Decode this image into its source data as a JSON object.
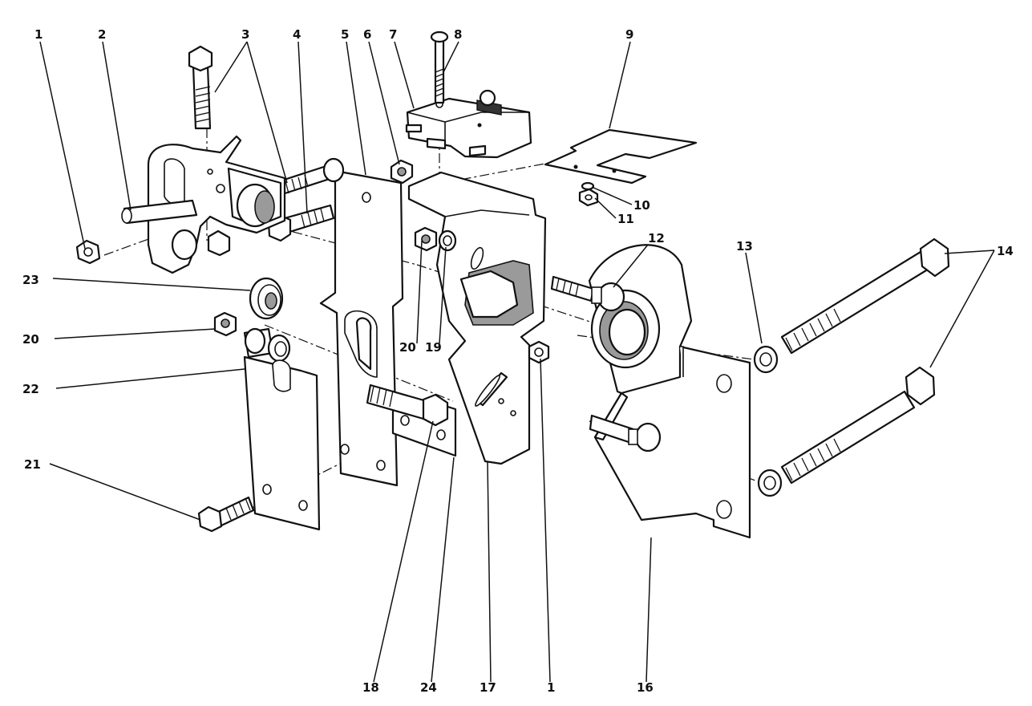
{
  "diagram": {
    "callouts": [
      {
        "id": "c1a",
        "label": "1"
      },
      {
        "id": "c2",
        "label": "2"
      },
      {
        "id": "c3",
        "label": "3"
      },
      {
        "id": "c4",
        "label": "4"
      },
      {
        "id": "c5",
        "label": "5"
      },
      {
        "id": "c6",
        "label": "6"
      },
      {
        "id": "c7",
        "label": "7"
      },
      {
        "id": "c8",
        "label": "8"
      },
      {
        "id": "c9",
        "label": "9"
      },
      {
        "id": "c10",
        "label": "10"
      },
      {
        "id": "c11",
        "label": "11"
      },
      {
        "id": "c12",
        "label": "12"
      },
      {
        "id": "c13",
        "label": "13"
      },
      {
        "id": "c14",
        "label": "14"
      },
      {
        "id": "c23",
        "label": "23"
      },
      {
        "id": "c20a",
        "label": "20"
      },
      {
        "id": "c20b",
        "label": "20"
      },
      {
        "id": "c19",
        "label": "19"
      },
      {
        "id": "c22",
        "label": "22"
      },
      {
        "id": "c21",
        "label": "21"
      },
      {
        "id": "c18",
        "label": "18"
      },
      {
        "id": "c24",
        "label": "24"
      },
      {
        "id": "c17",
        "label": "17"
      },
      {
        "id": "c1b",
        "label": "1"
      },
      {
        "id": "c16",
        "label": "16"
      }
    ]
  }
}
